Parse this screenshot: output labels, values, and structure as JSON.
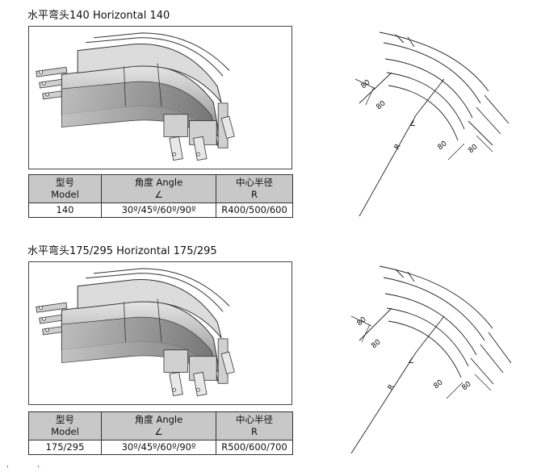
{
  "sections": [
    {
      "title": "水平弯头140  Horizontal 140",
      "table": {
        "headers": [
          {
            "cn": "型号",
            "en": "Model"
          },
          {
            "cn": "角度 Angle",
            "en": "∠"
          },
          {
            "cn": "中心半径",
            "en": "R"
          }
        ],
        "row": [
          "140",
          "30º/45º/60º/90º",
          "R400/500/600"
        ]
      },
      "drawing": {
        "dim1": "80",
        "dim2": "80",
        "dim3": "80",
        "dim4": "80",
        "radius": "R",
        "angle": "∠"
      }
    },
    {
      "title": "水平弯头175/295  Horizontal 175/295",
      "table": {
        "headers": [
          {
            "cn": "型号",
            "en": "Model"
          },
          {
            "cn": "角度 Angle",
            "en": "∠"
          },
          {
            "cn": "中心半径",
            "en": "R"
          }
        ],
        "row": [
          "175/295",
          "30º/45º/60º/90º",
          "R500/600/700"
        ]
      },
      "drawing": {
        "dim1": "80",
        "dim2": "80",
        "dim3": "80",
        "dim4": "80",
        "radius": "R",
        "angle": "∠"
      }
    }
  ],
  "footer_marks": [
    "'",
    "'"
  ]
}
